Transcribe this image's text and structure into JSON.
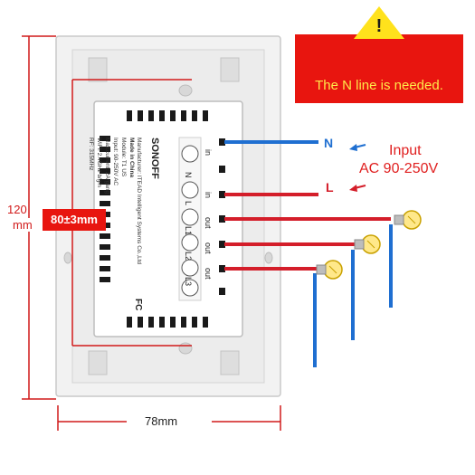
{
  "notice": {
    "icon": "warning-triangle-icon",
    "mark": "!",
    "text": "The N line is needed."
  },
  "wires": {
    "n_label": "N",
    "l_label": "L",
    "input_line1": "Input",
    "input_line2": "AC 90-250V"
  },
  "dimensions": {
    "height_line1": "120",
    "height_line2": "mm",
    "module_width": "80±3mm",
    "width": "78mm"
  },
  "module": {
    "brand": "SONOFF",
    "text_lines": [
      "Manufacturer: ITEAD Intelligent Systems Co.,Ltd",
      "Made in China",
      "Module: T1 US",
      "Input: 90-250V AC",
      "Max.current: 2A/gang",
      "WiFi: 2.4GHz b/g/n",
      "RF: 315MHz"
    ],
    "fc_mark": "FC",
    "terminals": [
      "N",
      "L",
      "L1",
      "L2",
      "L3"
    ],
    "in_label": "in",
    "out_label": "out"
  },
  "colors": {
    "red_wire": "#d41e2a",
    "blue_wire": "#1f6fd1",
    "dim_line": "#d11a1a",
    "accent_yellow": "#ffe21c"
  }
}
